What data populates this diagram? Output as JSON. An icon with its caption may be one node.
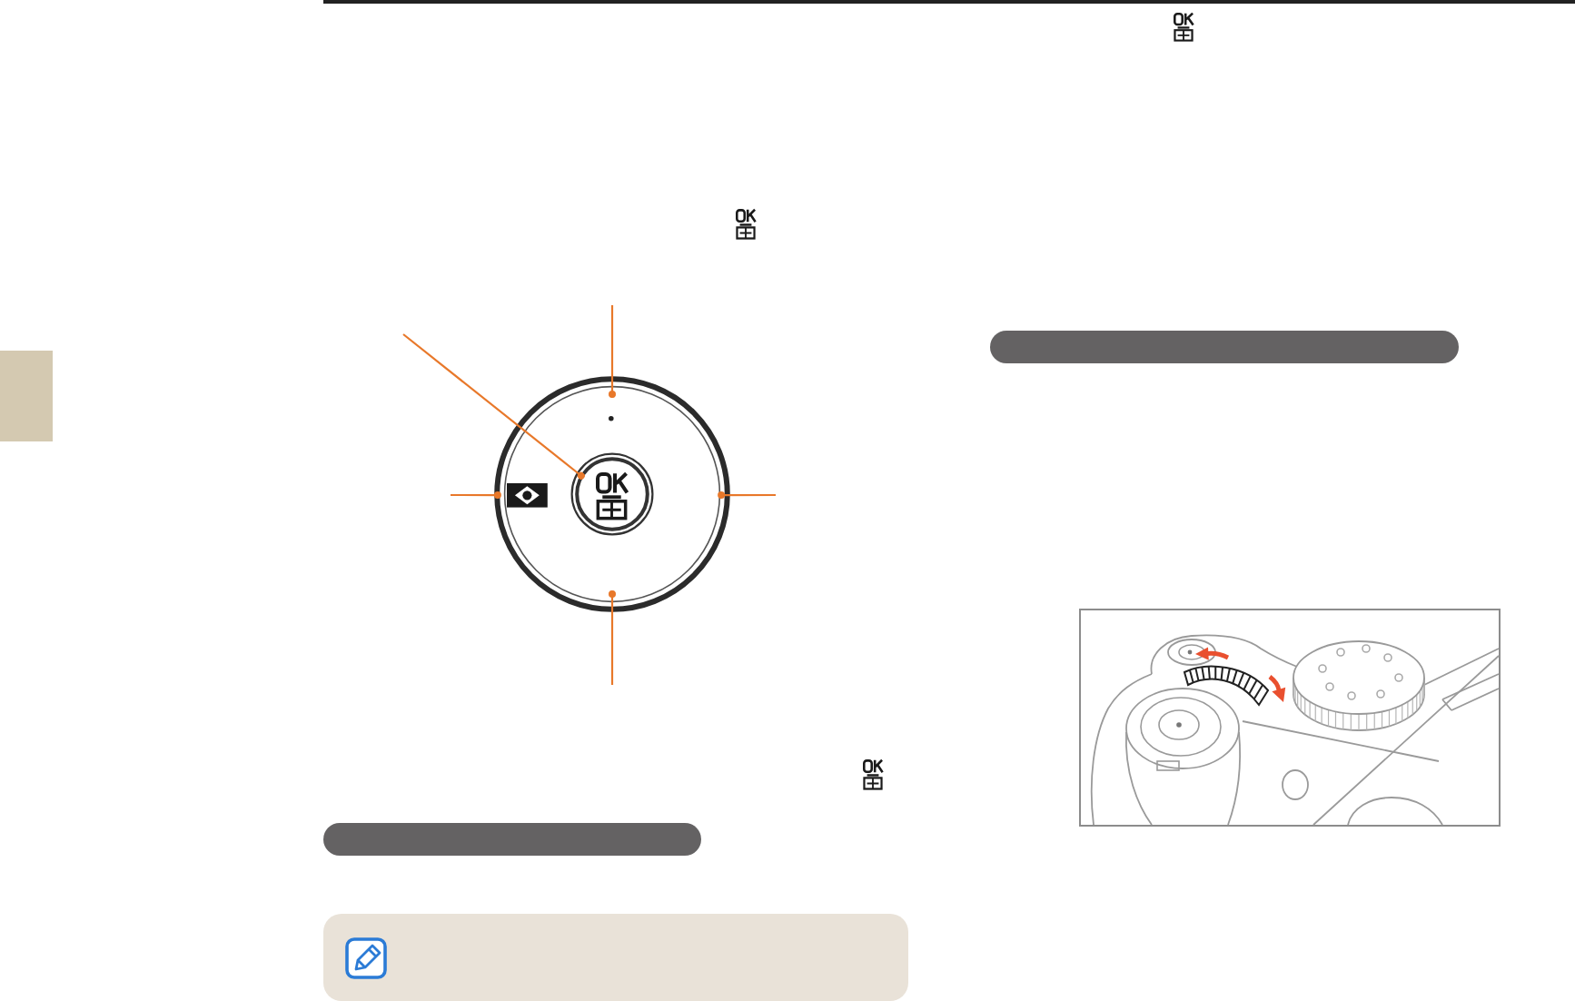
{
  "diagram": {
    "nodes": [
      {
        "text": [],
        "shape": "circle"
      },
      {
        "text": [],
        "shape": "circle",
        "in": 0
      },
      {
        "text": [],
        "shape": "bar"
      },
      {
        "text": [],
        "shape": "bar"
      }
    ],
    "edges": [
      {
        "from": null,
        "to": 0,
        "arrow": "other"
      },
      {
        "from": null,
        "to": 1,
        "arrow": "other"
      },
      {
        "from": null,
        "to": 0,
        "arrow": "other"
      },
      {
        "from": null,
        "to": 0,
        "arrow": "other"
      },
      {
        "from": null,
        "to": 0,
        "arrow": "other"
      }
    ]
  }
}
